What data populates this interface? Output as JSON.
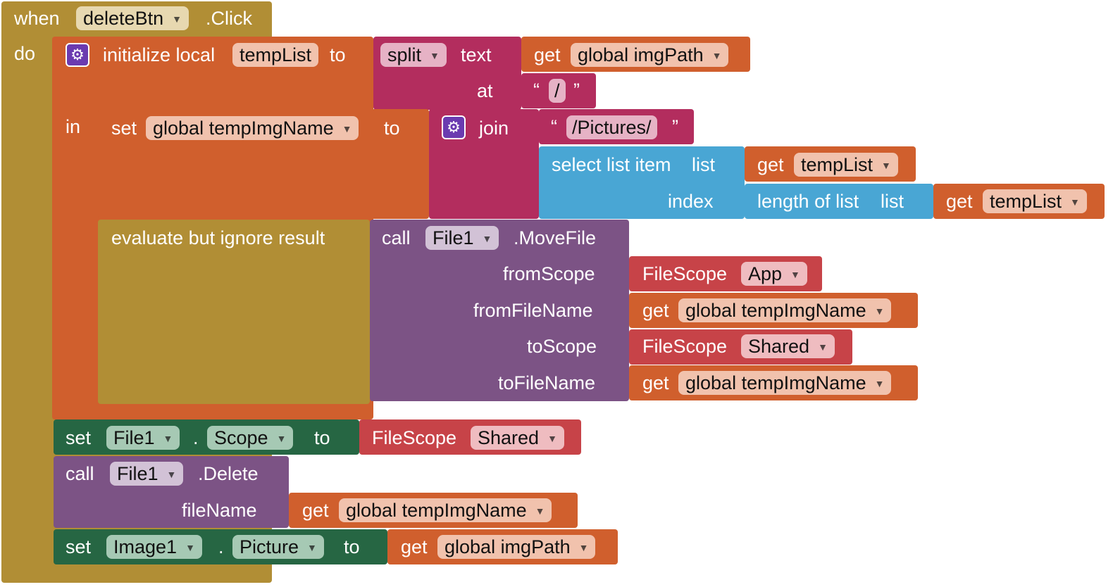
{
  "event": {
    "when": "when",
    "component": "deleteBtn",
    "event": ".Click",
    "do": "do"
  },
  "init_local": {
    "label": "initialize local",
    "name": "tempList",
    "to": "to",
    "in": "in"
  },
  "split": {
    "label": "split",
    "text": "text",
    "at": "at",
    "get": "get",
    "var": "global imgPath",
    "sep": "/"
  },
  "set_temp": {
    "set": "set",
    "var": "global tempImgName",
    "to": "to"
  },
  "join": {
    "label": "join",
    "str": "/Pictures/"
  },
  "select_item": {
    "label": "select list item",
    "list": "list",
    "index": "index",
    "get": "get",
    "var": "tempList"
  },
  "length_list": {
    "label": "length of list",
    "list": "list",
    "get": "get",
    "var": "tempList"
  },
  "evaluate": {
    "label": "evaluate but ignore result"
  },
  "movefile": {
    "call": "call",
    "component": "File1",
    "method": ".MoveFile",
    "fromScope": "fromScope",
    "fromFileName": "fromFileName",
    "toScope": "toScope",
    "toFileName": "toFileName",
    "filescope": "FileScope",
    "fromScope_val": "App",
    "toScope_val": "Shared",
    "get": "get",
    "var": "global tempImgName"
  },
  "set_scope": {
    "set": "set",
    "component": "File1",
    "dot": ".",
    "prop": "Scope",
    "to": "to",
    "filescope": "FileScope",
    "value": "Shared"
  },
  "delete": {
    "call": "call",
    "component": "File1",
    "method": ".Delete",
    "param": "fileName",
    "get": "get",
    "var": "global tempImgName"
  },
  "set_picture": {
    "set": "set",
    "component": "Image1",
    "dot": ".",
    "prop": "Picture",
    "to": "to",
    "get": "get",
    "var": "global imgPath"
  },
  "colors": {
    "event": "#b18e35",
    "variables": "#d05f2d",
    "text": "#b32d5e",
    "lists": "#49a6d4",
    "component_method": "#7c5385",
    "component_setter": "#266643",
    "file_scope": "#c74348"
  }
}
